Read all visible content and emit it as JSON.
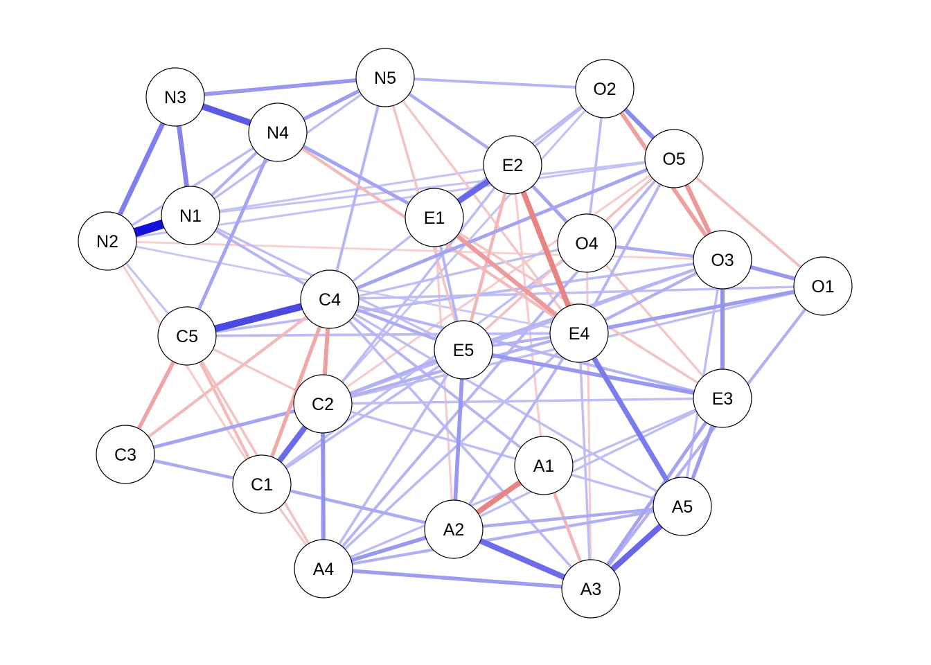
{
  "colors": {
    "positive": "#0000d8",
    "negative": "#d42020",
    "node_fill": "#ffffff",
    "node_stroke": "#000000"
  },
  "graph": {
    "nodes": [
      {
        "id": "N1",
        "label": "N1"
      },
      {
        "id": "N2",
        "label": "N2"
      },
      {
        "id": "N3",
        "label": "N3"
      },
      {
        "id": "N4",
        "label": "N4"
      },
      {
        "id": "N5",
        "label": "N5"
      },
      {
        "id": "O1",
        "label": "O1"
      },
      {
        "id": "O2",
        "label": "O2"
      },
      {
        "id": "O3",
        "label": "O3"
      },
      {
        "id": "O4",
        "label": "O4"
      },
      {
        "id": "O5",
        "label": "O5"
      },
      {
        "id": "E1",
        "label": "E1"
      },
      {
        "id": "E2",
        "label": "E2"
      },
      {
        "id": "E3",
        "label": "E3"
      },
      {
        "id": "E4",
        "label": "E4"
      },
      {
        "id": "E5",
        "label": "E5"
      },
      {
        "id": "C1",
        "label": "C1"
      },
      {
        "id": "C2",
        "label": "C2"
      },
      {
        "id": "C3",
        "label": "C3"
      },
      {
        "id": "C4",
        "label": "C4"
      },
      {
        "id": "C5",
        "label": "C5"
      },
      {
        "id": "A1",
        "label": "A1"
      },
      {
        "id": "A2",
        "label": "A2"
      },
      {
        "id": "A3",
        "label": "A3"
      },
      {
        "id": "A4",
        "label": "A4"
      },
      {
        "id": "A5",
        "label": "A5"
      }
    ],
    "edges": [
      {
        "from": "N1",
        "to": "N2",
        "weight": 0.85
      },
      {
        "from": "N3",
        "to": "N4",
        "weight": 0.55
      },
      {
        "from": "N3",
        "to": "N2",
        "weight": 0.4
      },
      {
        "from": "N3",
        "to": "N1",
        "weight": 0.38
      },
      {
        "from": "N3",
        "to": "N5",
        "weight": 0.3
      },
      {
        "from": "N4",
        "to": "N5",
        "weight": 0.28
      },
      {
        "from": "N4",
        "to": "N1",
        "weight": 0.2
      },
      {
        "from": "N4",
        "to": "N2",
        "weight": 0.15
      },
      {
        "from": "N4",
        "to": "C5",
        "weight": 0.25
      },
      {
        "from": "N4",
        "to": "E1",
        "weight": 0.25
      },
      {
        "from": "N4",
        "to": "E4",
        "weight": -0.2
      },
      {
        "from": "N5",
        "to": "O2",
        "weight": 0.18
      },
      {
        "from": "N5",
        "to": "E2",
        "weight": 0.22
      },
      {
        "from": "N5",
        "to": "E5",
        "weight": -0.15
      },
      {
        "from": "N5",
        "to": "N1",
        "weight": 0.14
      },
      {
        "from": "N5",
        "to": "C4",
        "weight": 0.18
      },
      {
        "from": "N5",
        "to": "E4",
        "weight": -0.14
      },
      {
        "from": "N1",
        "to": "C4",
        "weight": 0.18
      },
      {
        "from": "N1",
        "to": "E5",
        "weight": 0.14
      },
      {
        "from": "N1",
        "to": "O5",
        "weight": 0.12
      },
      {
        "from": "N1",
        "to": "E2",
        "weight": 0.12
      },
      {
        "from": "N2",
        "to": "C5",
        "weight": 0.12
      },
      {
        "from": "N2",
        "to": "C1",
        "weight": -0.12
      },
      {
        "from": "N2",
        "to": "E4",
        "weight": 0.1
      },
      {
        "from": "N2",
        "to": "O3",
        "weight": -0.1
      },
      {
        "from": "E1",
        "to": "E2",
        "weight": 0.5
      },
      {
        "from": "E1",
        "to": "E4",
        "weight": -0.35
      },
      {
        "from": "E1",
        "to": "E5",
        "weight": 0.18
      },
      {
        "from": "E1",
        "to": "E3",
        "weight": -0.15
      },
      {
        "from": "E1",
        "to": "C4",
        "weight": 0.15
      },
      {
        "from": "E1",
        "to": "A2",
        "weight": -0.12
      },
      {
        "from": "E2",
        "to": "E4",
        "weight": -0.45
      },
      {
        "from": "E2",
        "to": "E5",
        "weight": -0.22
      },
      {
        "from": "E2",
        "to": "O4",
        "weight": 0.25
      },
      {
        "from": "E2",
        "to": "O2",
        "weight": 0.14
      },
      {
        "from": "E2",
        "to": "C1",
        "weight": 0.15
      },
      {
        "from": "E2",
        "to": "A1",
        "weight": -0.12
      },
      {
        "from": "E4",
        "to": "A5",
        "weight": 0.42
      },
      {
        "from": "E4",
        "to": "O1",
        "weight": 0.28
      },
      {
        "from": "E4",
        "to": "E5",
        "weight": 0.2
      },
      {
        "from": "E4",
        "to": "O3",
        "weight": 0.2
      },
      {
        "from": "E4",
        "to": "A2",
        "weight": 0.18
      },
      {
        "from": "E4",
        "to": "C2",
        "weight": 0.2
      },
      {
        "from": "E4",
        "to": "O5",
        "weight": 0.18
      },
      {
        "from": "E4",
        "to": "C5",
        "weight": 0.16
      },
      {
        "from": "E4",
        "to": "A4",
        "weight": 0.16
      },
      {
        "from": "E5",
        "to": "E3",
        "weight": 0.3
      },
      {
        "from": "E5",
        "to": "A2",
        "weight": 0.3
      },
      {
        "from": "E5",
        "to": "C4",
        "weight": 0.22
      },
      {
        "from": "E5",
        "to": "C2",
        "weight": 0.2
      },
      {
        "from": "E5",
        "to": "O3",
        "weight": 0.18
      },
      {
        "from": "E5",
        "to": "C1",
        "weight": 0.16
      },
      {
        "from": "E5",
        "to": "A4",
        "weight": 0.16
      },
      {
        "from": "E3",
        "to": "O3",
        "weight": 0.32
      },
      {
        "from": "E3",
        "to": "A5",
        "weight": 0.28
      },
      {
        "from": "E3",
        "to": "A3",
        "weight": 0.25
      },
      {
        "from": "E3",
        "to": "C4",
        "weight": 0.18
      },
      {
        "from": "E3",
        "to": "O4",
        "weight": -0.14
      },
      {
        "from": "E3",
        "to": "A2",
        "weight": 0.14
      },
      {
        "from": "E3",
        "to": "C2",
        "weight": 0.14
      },
      {
        "from": "O1",
        "to": "O3",
        "weight": 0.3
      },
      {
        "from": "O1",
        "to": "O5",
        "weight": -0.18
      },
      {
        "from": "O1",
        "to": "A3",
        "weight": 0.2
      },
      {
        "from": "O1",
        "to": "C2",
        "weight": 0.14
      },
      {
        "from": "O1",
        "to": "C4",
        "weight": 0.14
      },
      {
        "from": "O2",
        "to": "O5",
        "weight": 0.35
      },
      {
        "from": "O2",
        "to": "O3",
        "weight": -0.32
      },
      {
        "from": "O2",
        "to": "E1",
        "weight": 0.16
      },
      {
        "from": "O2",
        "to": "O4",
        "weight": 0.15
      },
      {
        "from": "O2",
        "to": "C2",
        "weight": 0.12
      },
      {
        "from": "O5",
        "to": "O3",
        "weight": -0.36
      },
      {
        "from": "O5",
        "to": "C4",
        "weight": 0.25
      },
      {
        "from": "O5",
        "to": "E5",
        "weight": -0.16
      },
      {
        "from": "O5",
        "to": "A4",
        "weight": 0.18
      },
      {
        "from": "O5",
        "to": "N2",
        "weight": 0.12
      },
      {
        "from": "O5",
        "to": "C2",
        "weight": -0.12
      },
      {
        "from": "O4",
        "to": "O3",
        "weight": 0.22
      },
      {
        "from": "O4",
        "to": "C5",
        "weight": 0.14
      },
      {
        "from": "O4",
        "to": "A3",
        "weight": -0.12
      },
      {
        "from": "O3",
        "to": "C5",
        "weight": 0.16
      },
      {
        "from": "O3",
        "to": "C2",
        "weight": 0.16
      },
      {
        "from": "C4",
        "to": "C5",
        "weight": 0.62
      },
      {
        "from": "C4",
        "to": "C2",
        "weight": -0.32
      },
      {
        "from": "C4",
        "to": "C1",
        "weight": -0.28
      },
      {
        "from": "C4",
        "to": "C3",
        "weight": -0.2
      },
      {
        "from": "C4",
        "to": "A1",
        "weight": 0.18
      },
      {
        "from": "C4",
        "to": "A3",
        "weight": 0.16
      },
      {
        "from": "C2",
        "to": "C1",
        "weight": 0.48
      },
      {
        "from": "C2",
        "to": "A4",
        "weight": 0.32
      },
      {
        "from": "C2",
        "to": "C3",
        "weight": 0.25
      },
      {
        "from": "C2",
        "to": "C5",
        "weight": -0.14
      },
      {
        "from": "C2",
        "to": "A5",
        "weight": 0.14
      },
      {
        "from": "C5",
        "to": "C3",
        "weight": -0.3
      },
      {
        "from": "C5",
        "to": "C1",
        "weight": -0.2
      },
      {
        "from": "C5",
        "to": "A4",
        "weight": -0.16
      },
      {
        "from": "C3",
        "to": "C1",
        "weight": 0.22
      },
      {
        "from": "C1",
        "to": "A2",
        "weight": 0.22
      },
      {
        "from": "C1",
        "to": "A4",
        "weight": -0.14
      },
      {
        "from": "C1",
        "to": "O4",
        "weight": 0.14
      },
      {
        "from": "A1",
        "to": "A2",
        "weight": -0.45
      },
      {
        "from": "A1",
        "to": "A3",
        "weight": -0.22
      },
      {
        "from": "A1",
        "to": "C4",
        "weight": 0.12
      },
      {
        "from": "A2",
        "to": "A3",
        "weight": 0.48
      },
      {
        "from": "A2",
        "to": "A4",
        "weight": 0.3
      },
      {
        "from": "A2",
        "to": "A5",
        "weight": 0.22
      },
      {
        "from": "A3",
        "to": "A5",
        "weight": 0.5
      },
      {
        "from": "A3",
        "to": "A4",
        "weight": 0.28
      },
      {
        "from": "A3",
        "to": "E4",
        "weight": 0.14
      },
      {
        "from": "A4",
        "to": "A5",
        "weight": 0.2
      },
      {
        "from": "A4",
        "to": "E3",
        "weight": 0.14
      },
      {
        "from": "A5",
        "to": "C4",
        "weight": 0.14
      },
      {
        "from": "A5",
        "to": "O3",
        "weight": 0.14
      }
    ]
  }
}
